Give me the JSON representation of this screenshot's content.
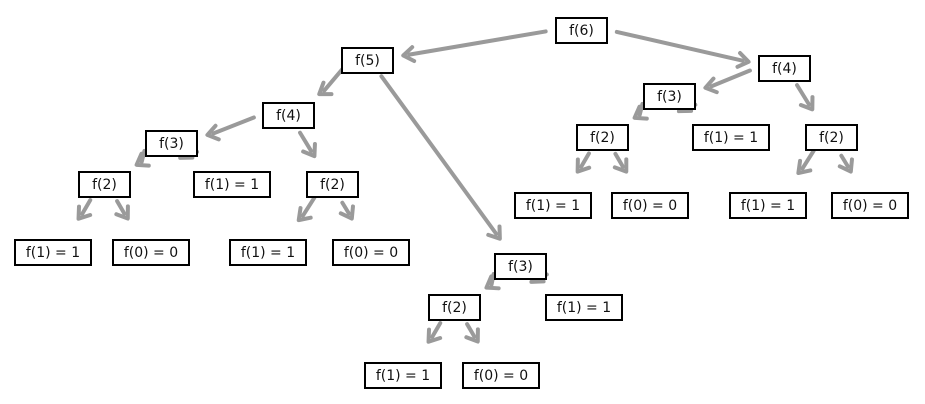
{
  "diagram": {
    "colors": {
      "arrow": "#9a9a9a",
      "box_border": "#000000",
      "text": "#111111"
    },
    "nodes": [
      {
        "id": "n_f6",
        "label": "f(6)"
      },
      {
        "id": "n_f5",
        "label": "f(5)"
      },
      {
        "id": "n_f4_right",
        "label": "f(4)"
      },
      {
        "id": "n_f4_left",
        "label": "f(4)"
      },
      {
        "id": "n_f3_ll",
        "label": "f(3)"
      },
      {
        "id": "n_f2_lll",
        "label": "f(2)"
      },
      {
        "id": "n_f1_llll",
        "label": "f(1) = 1"
      },
      {
        "id": "n_f0_llll",
        "label": "f(0) = 0"
      },
      {
        "id": "n_f1_lll",
        "label": "f(1) = 1"
      },
      {
        "id": "n_f2_ll",
        "label": "f(2)"
      },
      {
        "id": "n_f1_llr",
        "label": "f(1) = 1"
      },
      {
        "id": "n_f0_llr",
        "label": "f(0) = 0"
      },
      {
        "id": "n_f3_mid",
        "label": "f(3)"
      },
      {
        "id": "n_f2_mid",
        "label": "f(2)"
      },
      {
        "id": "n_f1_mid_l",
        "label": "f(1) = 1"
      },
      {
        "id": "n_f0_mid",
        "label": "f(0) = 0"
      },
      {
        "id": "n_f1_mid_r",
        "label": "f(1) = 1"
      },
      {
        "id": "n_f3_right",
        "label": "f(3)"
      },
      {
        "id": "n_f2_rl",
        "label": "f(2)"
      },
      {
        "id": "n_f1_rll",
        "label": "f(1) = 1"
      },
      {
        "id": "n_f0_rll",
        "label": "f(0) = 0"
      },
      {
        "id": "n_f1_rl",
        "label": "f(1) = 1"
      },
      {
        "id": "n_f2_rr",
        "label": "f(2)"
      },
      {
        "id": "n_f1_rrl",
        "label": "f(1) = 1"
      },
      {
        "id": "n_f0_rrl",
        "label": "f(0) = 0"
      }
    ],
    "edges": [
      {
        "from": "n_f6",
        "to": "n_f5"
      },
      {
        "from": "n_f6",
        "to": "n_f4_right"
      },
      {
        "from": "n_f5",
        "to": "n_f4_left"
      },
      {
        "from": "n_f5",
        "to": "n_f3_mid"
      },
      {
        "from": "n_f4_left",
        "to": "n_f3_ll"
      },
      {
        "from": "n_f4_left",
        "to": "n_f2_ll"
      },
      {
        "from": "n_f3_ll",
        "to": "n_f2_lll"
      },
      {
        "from": "n_f3_ll",
        "to": "n_f1_lll"
      },
      {
        "from": "n_f2_lll",
        "to": "n_f1_llll"
      },
      {
        "from": "n_f2_lll",
        "to": "n_f0_llll"
      },
      {
        "from": "n_f2_ll",
        "to": "n_f1_llr"
      },
      {
        "from": "n_f2_ll",
        "to": "n_f0_llr"
      },
      {
        "from": "n_f3_mid",
        "to": "n_f2_mid"
      },
      {
        "from": "n_f3_mid",
        "to": "n_f1_mid_r"
      },
      {
        "from": "n_f2_mid",
        "to": "n_f1_mid_l"
      },
      {
        "from": "n_f2_mid",
        "to": "n_f0_mid"
      },
      {
        "from": "n_f4_right",
        "to": "n_f3_right"
      },
      {
        "from": "n_f4_right",
        "to": "n_f2_rr"
      },
      {
        "from": "n_f3_right",
        "to": "n_f2_rl"
      },
      {
        "from": "n_f3_right",
        "to": "n_f1_rl"
      },
      {
        "from": "n_f2_rl",
        "to": "n_f1_rll"
      },
      {
        "from": "n_f2_rl",
        "to": "n_f0_rll"
      },
      {
        "from": "n_f2_rr",
        "to": "n_f1_rrl"
      },
      {
        "from": "n_f2_rr",
        "to": "n_f0_rrl"
      }
    ]
  }
}
